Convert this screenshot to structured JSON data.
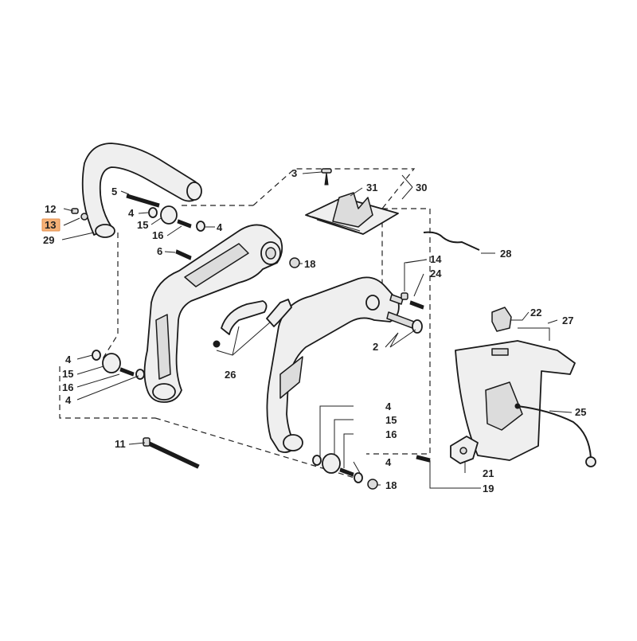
{
  "diagram": {
    "highlight_color": "#f4a460",
    "highlighted_label": "13",
    "labels": {
      "l2": "2",
      "l3": "3",
      "l4a": "4",
      "l4b": "4",
      "l4c": "4",
      "l4d": "4",
      "l4e": "4",
      "l4f": "4",
      "l5": "5",
      "l6": "6",
      "l11": "11",
      "l12": "12",
      "l13": "13",
      "l14": "14",
      "l15a": "15",
      "l15b": "15",
      "l15c": "15",
      "l16a": "16",
      "l16b": "16",
      "l16c": "16",
      "l18a": "18",
      "l18b": "18",
      "l19": "19",
      "l21": "21",
      "l22": "22",
      "l24": "24",
      "l25": "25",
      "l26": "26",
      "l27": "27",
      "l28": "28",
      "l29": "29",
      "l30": "30",
      "l31": "31"
    }
  }
}
